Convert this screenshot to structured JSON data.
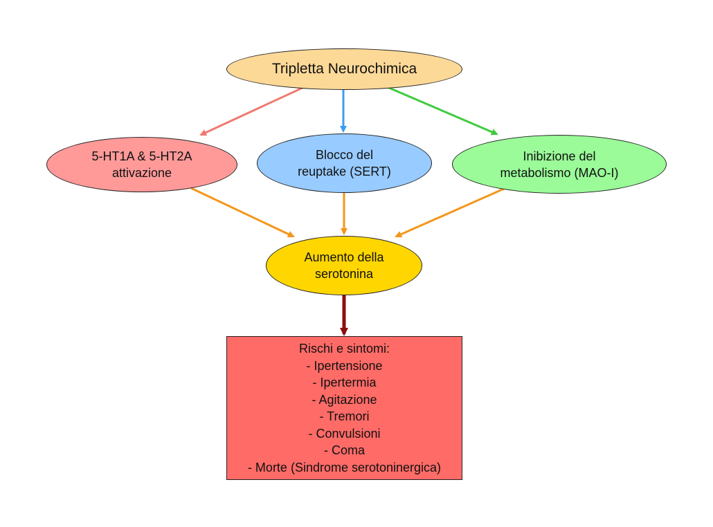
{
  "colors": {
    "root_fill": "#fdd998",
    "left_fill": "#ff9a99",
    "mid_fill": "#98cbff",
    "right_fill": "#9afb98",
    "sero_fill": "#ffd600",
    "risk_fill": "#ff6b67",
    "edge_left": "#f07a72",
    "edge_mid": "#3d9ded",
    "edge_right": "#3fcb3f",
    "edge_converge": "#f4961a",
    "edge_risk": "#8c0e0e",
    "border": "#222222"
  },
  "nodes": {
    "root": {
      "label": "Tripletta Neurochimica"
    },
    "receptors": {
      "lines": [
        "5-HT1A & 5-HT2A",
        "attivazione"
      ]
    },
    "reuptake": {
      "lines": [
        "Blocco del",
        "reuptake (SERT)"
      ]
    },
    "metabolism": {
      "lines": [
        "Inibizione del",
        "metabolismo (MAO-I)"
      ]
    },
    "serotonin": {
      "lines": [
        "Aumento della",
        "serotonina"
      ]
    },
    "risks": {
      "lines": [
        "Rischi e sintomi:",
        "- Ipertensione",
        "- Ipertermia",
        "- Agitazione",
        "- Tremori",
        "- Convulsioni",
        "- Coma",
        "- Morte (Sindrome serotoninergica)"
      ]
    }
  }
}
